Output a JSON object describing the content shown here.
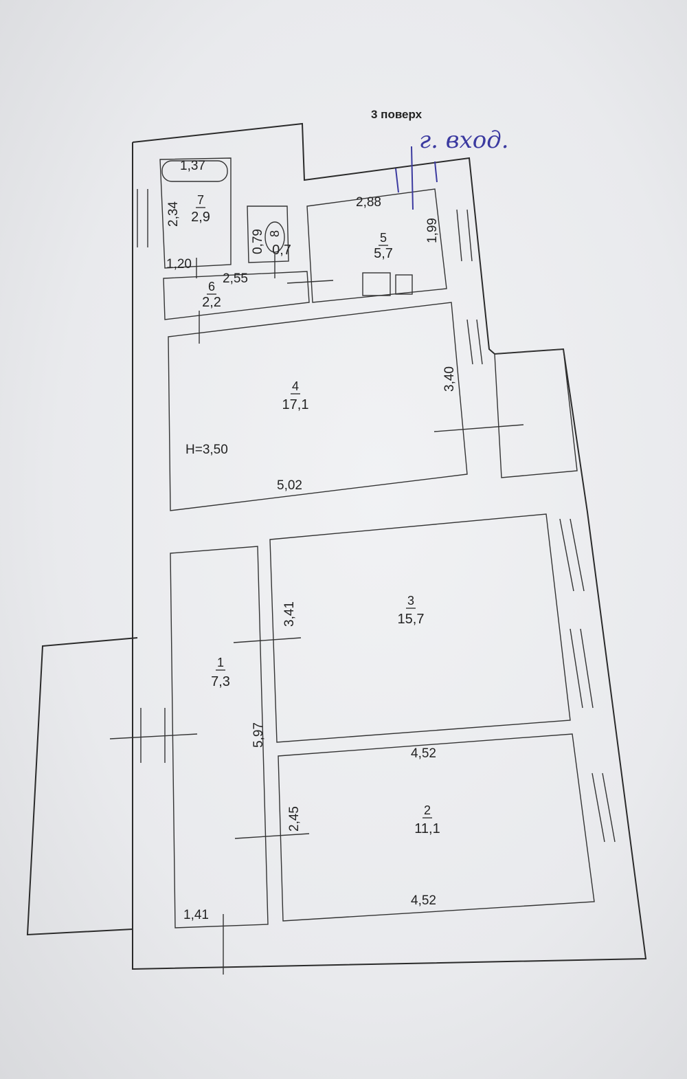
{
  "floor_label": "3 поверх",
  "handwritten_note": "г. вход.",
  "ceiling_height": "H=3,50",
  "rooms": [
    {
      "number": "1",
      "area": "7,3"
    },
    {
      "number": "2",
      "area": "11,1"
    },
    {
      "number": "3",
      "area": "15,7"
    },
    {
      "number": "4",
      "area": "17,1"
    },
    {
      "number": "5",
      "area": "5,7"
    },
    {
      "number": "6",
      "area": "2,2"
    },
    {
      "number": "7",
      "area": "2,9"
    },
    {
      "number": "8",
      "area": "0,7"
    }
  ],
  "dimensions": {
    "bath_length": "1,37",
    "room7_length": "2,34",
    "room7_width": "1,20",
    "room6_length": "2,55",
    "room8_length": "0,79",
    "room5_width": "2,88",
    "room5_length": "1,99",
    "room4_length": "3,40",
    "room4_width": "5,02",
    "room3_length": "3,41",
    "room1_length": "5,97",
    "room2_top_width": "4,52",
    "room2_length": "2,45",
    "room2_bottom_width": "4,52",
    "room1_width": "1,41"
  }
}
